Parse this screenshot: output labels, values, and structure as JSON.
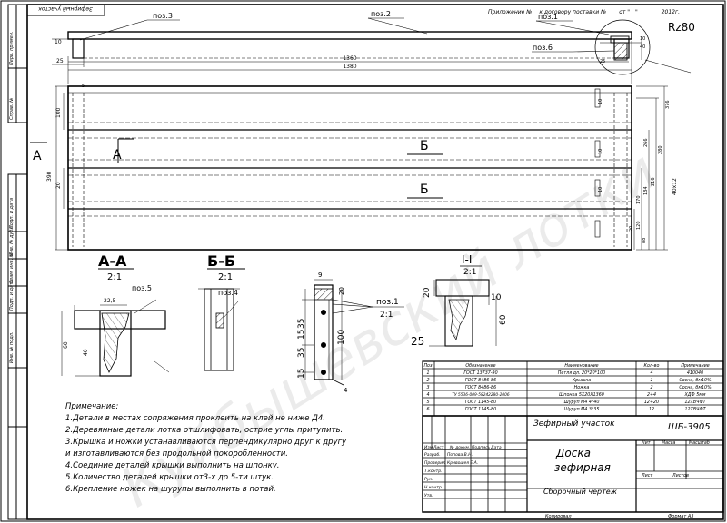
{
  "header": {
    "top_left_stamp": "Зефирный участок",
    "contract_line": "Приложение №__ к договору поставки №____ от \"__\"________ 2012г.",
    "roughness": "Rz80"
  },
  "side_strip": {
    "perv_primen": "Перв. примен.",
    "sprav_no": "Справ. №",
    "podp_i_data_1": "Подп. и дата",
    "inv_dubl": "Инв. № дубл.",
    "vzam_inv": "Взам. инв. №",
    "podp_i_data_2": "Подп. и дата",
    "inv_podl": "Инв. № подл."
  },
  "positions": {
    "pos1": "поз.1",
    "pos2": "поз.2",
    "pos3": "поз.3",
    "pos4": "поз.4",
    "pos5": "поз.5",
    "pos6": "поз.6"
  },
  "dims_top": {
    "d10": "10",
    "d25": "25",
    "d1360": "1360",
    "d1380": "1380",
    "d5": "5",
    "det_10": "10",
    "det_40": "40",
    "det_25": "25"
  },
  "dims_main": {
    "left_100": "100",
    "left_390": "390",
    "left_20": "20",
    "right_10a": "10",
    "right_10b": "10",
    "right_10c": "10",
    "right_376": "376",
    "r_266": "266",
    "r_280": "280",
    "r_216": "216",
    "r_184": "184",
    "r_170": "170",
    "r_120": "120",
    "r_20": "20",
    "r_88": "88",
    "r_40x12": "40x12",
    "sec_A_left": "А",
    "sec_A_small": "А",
    "sec_B_1": "Б",
    "sec_B_2": "Б",
    "det_I": "I"
  },
  "views": {
    "aa_title": "А-А",
    "aa_scale": "2:1",
    "aa_225": "22,5",
    "aa_60": "60",
    "aa_40": "40",
    "bb_title": "Б-Б",
    "bb_scale": "2:1",
    "i_title": "I-I",
    "i_scale": "2:1",
    "i_20": "20",
    "i_10": "10",
    "i_60": "60",
    "i_25": "25",
    "leg_9": "9",
    "leg_20": "20",
    "leg_35a": "35",
    "leg_15a": "15",
    "leg_100": "100",
    "leg_35b": "35",
    "leg_15b": "15",
    "leg_4": "4",
    "leg_scale": "2:1"
  },
  "notes": {
    "title": "Примечание:",
    "items": [
      "1.Детали в местах сопряжения проклеить на клей не ниже Д4.",
      "2.Деревянные детали лотка отшлифовать, острие углы притупить.",
      "3.Крышка и ножки устанавливаются перпендикулярно друг к другу",
      "и изготавливаются без продольной покоробленности.",
      "4.Соединие деталей крышки выполнить на шпонку.",
      "5.Количество деталей крышки от3-х до 5-ти штук.",
      "6.Крепление ножек на шурупы выполнить в потай."
    ]
  },
  "spec_table": {
    "headers": [
      "Поз",
      "Обозначение",
      "Наименование",
      "Кол-во",
      "Примечание"
    ],
    "rows": [
      [
        "1",
        "ГОСТ 13737-90",
        "Петля дл. 20*20*100",
        "4",
        "410040"
      ],
      [
        "2",
        "ГОСТ 8486-86",
        "Крышка",
        "1",
        "Сосна, бм10%"
      ],
      [
        "3",
        "ГОСТ 8486-86",
        "Ножка",
        "2",
        "Сосна, бм10%"
      ],
      [
        "4",
        "ТУ 5536-009-58242280-2006",
        "Шпонка 5Х20Х1360",
        "2+4",
        "ХДФ 5мм"
      ],
      [
        "5",
        "ГОСТ 1145-80",
        "Шуруп М4 4*40",
        "12+20",
        "12ХВЧФТ"
      ],
      [
        "6",
        "ГОСТ 1145-80",
        "Шуруп М4 3*35",
        "12",
        "12ХВЧФТ"
      ]
    ]
  },
  "title_block": {
    "dept": "Зефирный участок",
    "code": "ШБ-3905",
    "name_line1": "Доска",
    "name_line2": "зефирная",
    "doc_type": "Сборочный чертеж",
    "col_izm": "Изм",
    "col_list": "Лист",
    "col_ndoc": "№ докум.",
    "col_podp": "Подпись",
    "col_data": "Дата",
    "razrab": "Разраб.",
    "razrab_name": "Попова В.Н.",
    "prover": "Проверил",
    "prover_name": "Кривошея Е.А.",
    "tkontr": "Т.контр.",
    "rukov": "Рук.",
    "nkontr": "Н.контр.",
    "utv": "Утв.",
    "lit": "Лит",
    "massa": "Масса",
    "masshtab": "Масштаб",
    "list": "Лист",
    "listov": "Листов",
    "kopiroval": "Копировал",
    "format": "Формат А3"
  },
  "watermark": "Куйбышевский лотки"
}
